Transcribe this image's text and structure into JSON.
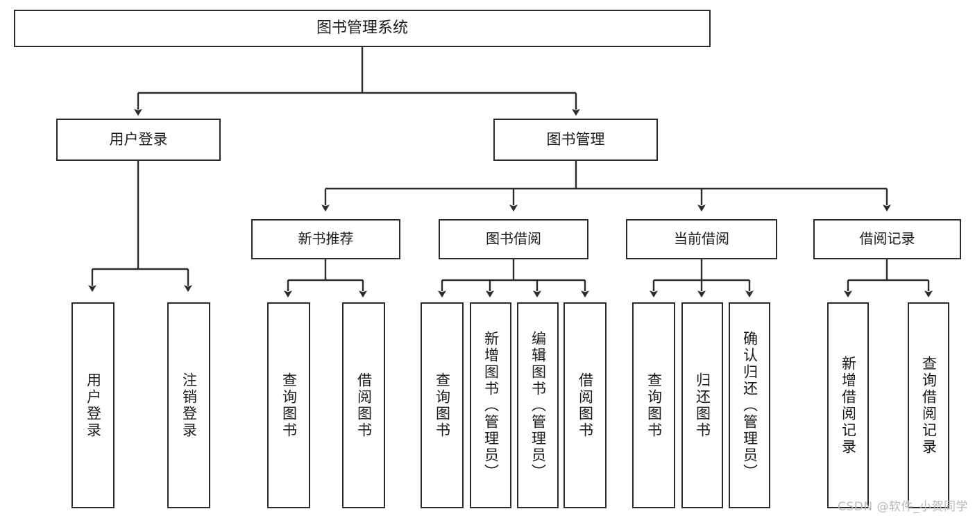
{
  "diagram": {
    "title": "图书管理系统",
    "type": "hierarchy-tree",
    "watermark": "CSDN @软件_小贺同学",
    "colors": {
      "border": "#2b2b2b",
      "background": "#ffffff",
      "text": "#1a1a1a",
      "connector": "#2b2b2b",
      "watermark": "#b9b9b9"
    },
    "root": {
      "label": "图书管理系统"
    },
    "level2": [
      {
        "label": "用户登录"
      },
      {
        "label": "图书管理"
      }
    ],
    "level3": [
      {
        "label": "新书推荐"
      },
      {
        "label": "图书借阅"
      },
      {
        "label": "当前借阅"
      },
      {
        "label": "借阅记录"
      }
    ],
    "leaves": {
      "user_login": [
        {
          "label": "用户登录"
        },
        {
          "label": "注销登录"
        }
      ],
      "new_book_recommend": [
        {
          "label": "查询图书"
        },
        {
          "label": "借阅图书"
        }
      ],
      "book_borrow": [
        {
          "label": "查询图书"
        },
        {
          "label": "新增图书（管理员）"
        },
        {
          "label": "编辑图书（管理员）"
        },
        {
          "label": "借阅图书"
        }
      ],
      "current_borrow": [
        {
          "label": "查询图书"
        },
        {
          "label": "归还图书"
        },
        {
          "label": "确认归还（管理员）"
        }
      ],
      "borrow_record": [
        {
          "label": "新增借阅记录"
        },
        {
          "label": "查询借阅记录"
        }
      ]
    }
  }
}
